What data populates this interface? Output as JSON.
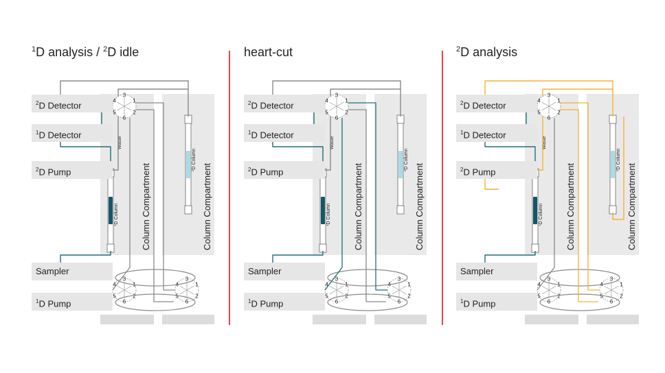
{
  "panels": [
    {
      "title_main": "D analysis / ",
      "title_sup1": "1",
      "title_sup2": "2",
      "title_tail": "D idle",
      "mode": "idle"
    },
    {
      "title_main": "heart-cut",
      "mode": "heartcut"
    },
    {
      "title_sup1": "2",
      "title_main": "D analysis",
      "mode": "second"
    }
  ],
  "labels": {
    "detector2": "D Detector",
    "detector2_sup": "2",
    "detector1": "D Detector",
    "detector1_sup": "1",
    "pump2": "D Pump",
    "pump2_sup": "2",
    "sampler": "Sampler",
    "pump1": "D Pump",
    "pump1_sup": "1",
    "waste": "Waste",
    "column_compartment": "Column Compartment",
    "column1": "D Column",
    "column1_sup": "1",
    "column2": "D Column",
    "column2_sup": "2",
    "valve_ports": [
      "1",
      "2",
      "3",
      "4",
      "5",
      "6"
    ]
  },
  "colors": {
    "teal": "#1e6f7a",
    "gray_line": "#8a8a8a",
    "orange": "#f2b233",
    "box": "#e6e6e6",
    "divider": "#e0454d",
    "column_dark": "#13576a",
    "column_light": "#a9dbe6"
  }
}
